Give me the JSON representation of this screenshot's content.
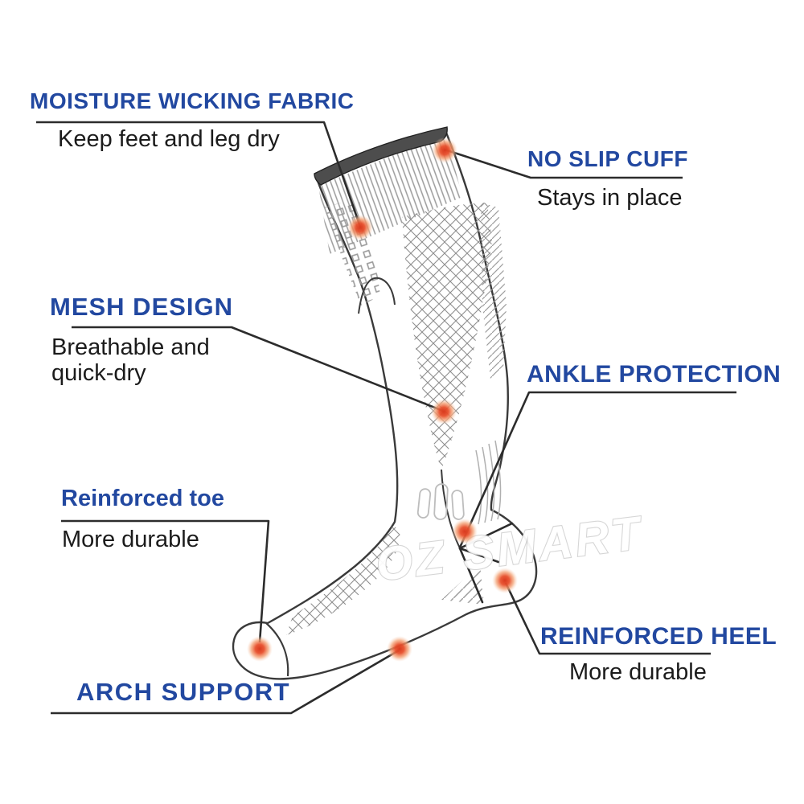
{
  "watermark": "OZ SMART",
  "colors": {
    "label_blue": "#2248a0",
    "body_text": "#1b1b1b",
    "leader_line": "#2c2c2c",
    "marker_orange": "#e8502c",
    "cuff_band_gray": "#4d4d4d"
  },
  "features": {
    "moisture": {
      "title": "MOISTURE WICKING FABRIC",
      "description": "Keep feet and leg dry"
    },
    "no_slip_cuff": {
      "title": "NO SLIP CUFF",
      "description": "Stays in place"
    },
    "mesh": {
      "title": "MESH DESIGN",
      "description": "Breathable and quick-dry"
    },
    "ankle": {
      "title": "ANKLE PROTECTION"
    },
    "toe": {
      "title": "Reinforced toe",
      "description": "More durable"
    },
    "heel": {
      "title": "REINFORCED HEEL",
      "description": "More durable"
    },
    "arch": {
      "title": "ARCH SUPPORT"
    }
  }
}
